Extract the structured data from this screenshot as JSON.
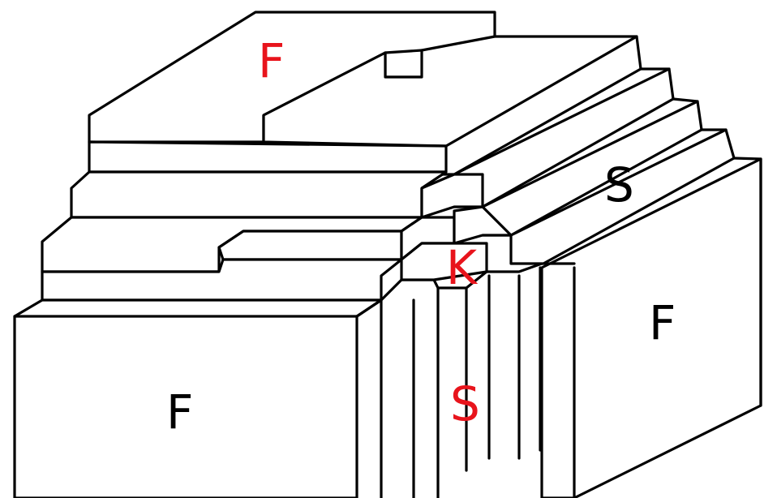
{
  "colors": {
    "line": "#000000",
    "highlight": "#e8141c",
    "background": "#ffffff"
  },
  "labels": {
    "top_face": {
      "text": "F",
      "color": "#e8141c"
    },
    "right_face": {
      "text": "F",
      "color": "#000000"
    },
    "front_face": {
      "text": "F",
      "color": "#000000"
    },
    "step_edge": {
      "text": "S",
      "color": "#000000"
    },
    "kink": {
      "text": "K",
      "color": "#e8141c"
    },
    "step_front": {
      "text": "S",
      "color": "#e8141c"
    }
  }
}
